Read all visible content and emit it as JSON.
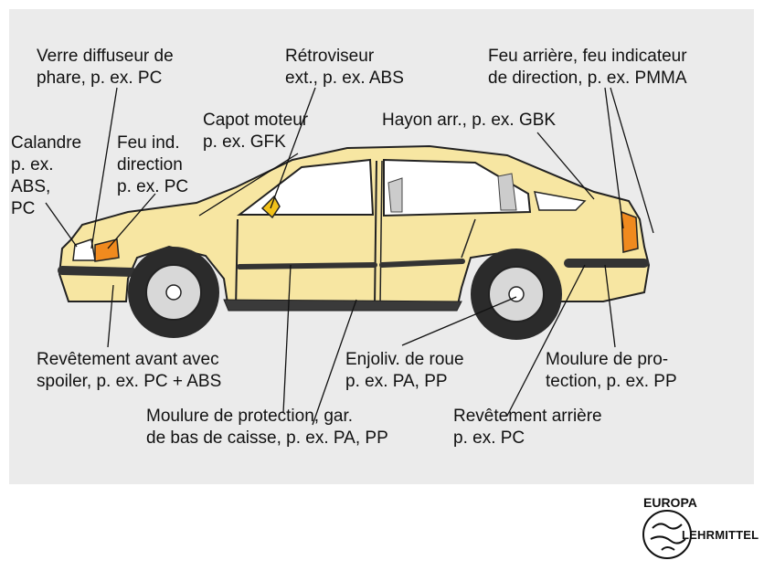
{
  "labels": {
    "verre_diffuseur": "Verre diffuseur de\nphare, p. ex. PC",
    "retroviseur": "Rétroviseur\next., p. ex. ABS",
    "feu_arriere": "Feu arrière, feu indicateur\nde direction, p. ex. PMMA",
    "capot": "Capot moteur\np. ex. GFK",
    "hayon": "Hayon arr., p. ex. GBK",
    "calandre": "Calandre\np. ex.\nABS,\nPC",
    "feu_ind": "Feu ind.\ndirection\np. ex. PC",
    "revetement_avant": "Revêtement avant avec\nspoiler, p. ex. PC + ABS",
    "enjoliv": "Enjoliv. de roue\np. ex. PA, PP",
    "moulure_pro": "Moulure de pro-\ntection, p. ex. PP",
    "moulure_bas": "Moulure de protection, gar.\nde bas de caisse, p. ex. PA, PP",
    "revetement_arriere": "Revêtement arrière\np. ex. PC"
  },
  "logo": {
    "top": "EUROPA",
    "bottom": "LEHRMITTEL"
  },
  "colors": {
    "body": "#f7e6a2",
    "panel": "#ebebeb",
    "headlight_orange": "#f08a1e",
    "dark": "#3a3a3a"
  }
}
